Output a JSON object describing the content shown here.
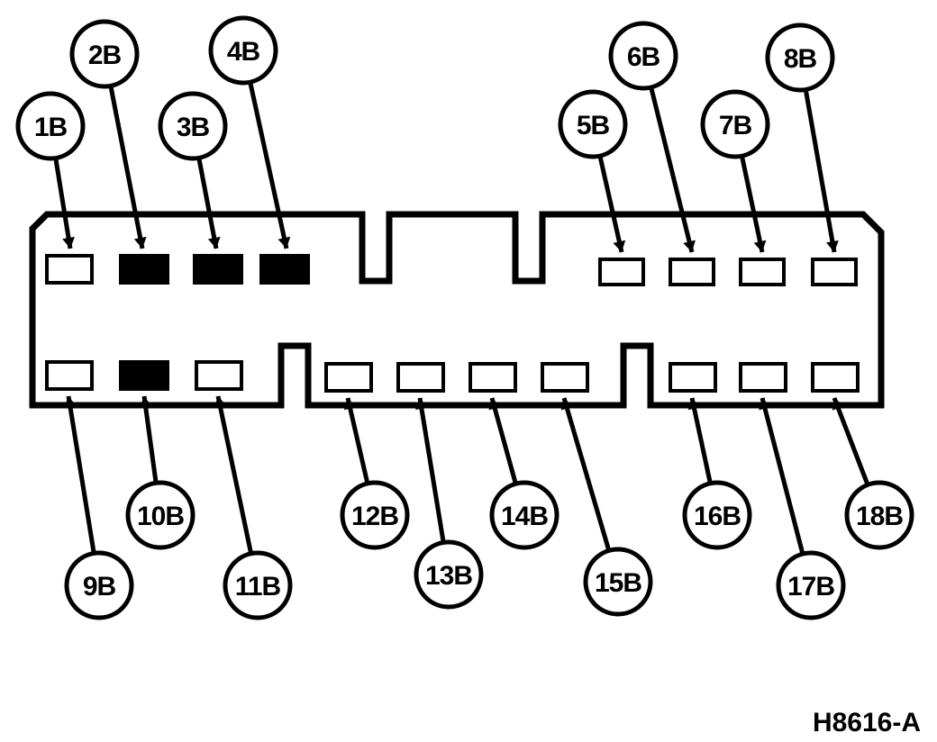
{
  "figure_id": "H8616-A",
  "colors": {
    "line": "#000000",
    "background": "#ffffff",
    "filled_terminal": "#000000",
    "empty_terminal": "#ffffff"
  },
  "terminals": [
    {
      "id": "1B",
      "label": "1B",
      "row": "top",
      "filled": false
    },
    {
      "id": "2B",
      "label": "2B",
      "row": "top",
      "filled": true
    },
    {
      "id": "3B",
      "label": "3B",
      "row": "top",
      "filled": true
    },
    {
      "id": "4B",
      "label": "4B",
      "row": "top",
      "filled": true
    },
    {
      "id": "5B",
      "label": "5B",
      "row": "top",
      "filled": false
    },
    {
      "id": "6B",
      "label": "6B",
      "row": "top",
      "filled": false
    },
    {
      "id": "7B",
      "label": "7B",
      "row": "top",
      "filled": false
    },
    {
      "id": "8B",
      "label": "8B",
      "row": "top",
      "filled": false
    },
    {
      "id": "9B",
      "label": "9B",
      "row": "bottom",
      "filled": false
    },
    {
      "id": "10B",
      "label": "10B",
      "row": "bottom",
      "filled": true
    },
    {
      "id": "11B",
      "label": "11B",
      "row": "bottom",
      "filled": false
    },
    {
      "id": "12B",
      "label": "12B",
      "row": "bottom",
      "filled": false
    },
    {
      "id": "13B",
      "label": "13B",
      "row": "bottom",
      "filled": false
    },
    {
      "id": "14B",
      "label": "14B",
      "row": "bottom",
      "filled": false
    },
    {
      "id": "15B",
      "label": "15B",
      "row": "bottom",
      "filled": false
    },
    {
      "id": "16B",
      "label": "16B",
      "row": "bottom",
      "filled": false
    },
    {
      "id": "17B",
      "label": "17B",
      "row": "bottom",
      "filled": false
    },
    {
      "id": "18B",
      "label": "18B",
      "row": "bottom",
      "filled": false
    }
  ]
}
